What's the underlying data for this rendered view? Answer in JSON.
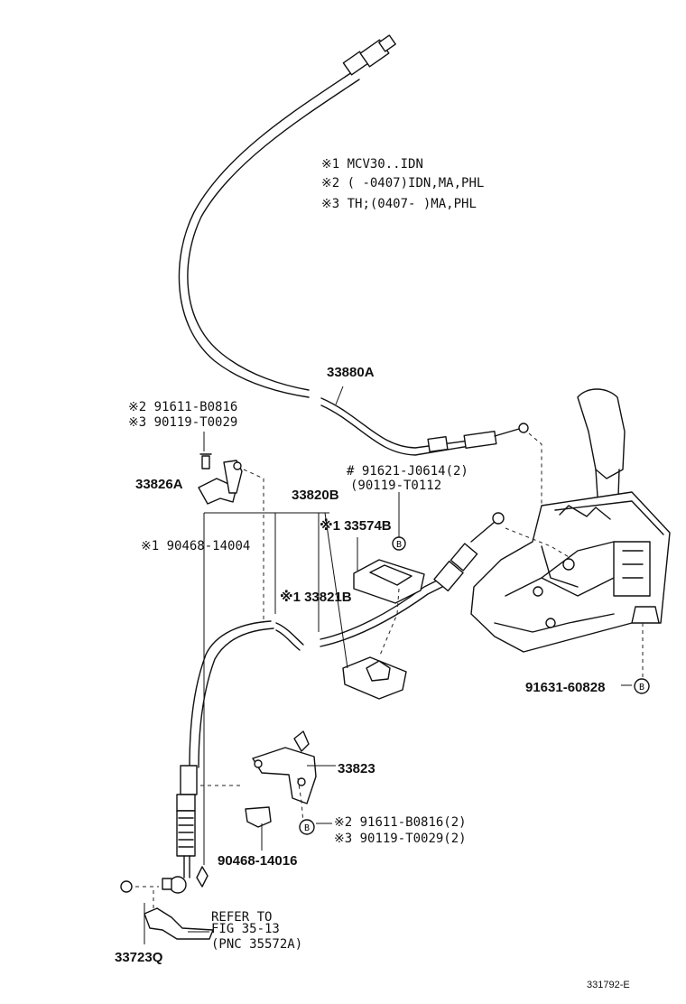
{
  "notes": [
    "※1 MCV30..IDN",
    "※2 (     -0407)IDN,MA,PHL",
    "※3 TH;(0407-     )MA,PHL"
  ],
  "labels": {
    "p33880A": "33880A",
    "p91611_b0816_2": "※2 91611-B0816",
    "p90119_t0029_3": "※3 90119-T0029",
    "p33826A": "33826A",
    "p33820B": "33820B",
    "p91621_j0614": "# 91621-J0614(2)",
    "p90119_t0112": "(90119-T0112",
    "p33574B": "※1 33574B",
    "p90468_14004": "※1 90468-14004",
    "p33821B": "※1 33821B",
    "p91631_60828": "91631-60828",
    "p33823": "33823",
    "p91611_b0816_2x": "※2 91611-B0816(2)",
    "p90119_t0029_2x": "※3 90119-T0029(2)",
    "p90468_14016": "90468-14016",
    "p33723Q": "33723Q",
    "refer_line1": "REFER TO",
    "refer_line2": "FIG 35-13",
    "refer_line3": "(PNC 35572A)",
    "figure_id": "331792-E"
  },
  "symbols": {
    "bolt_marker": "B"
  }
}
